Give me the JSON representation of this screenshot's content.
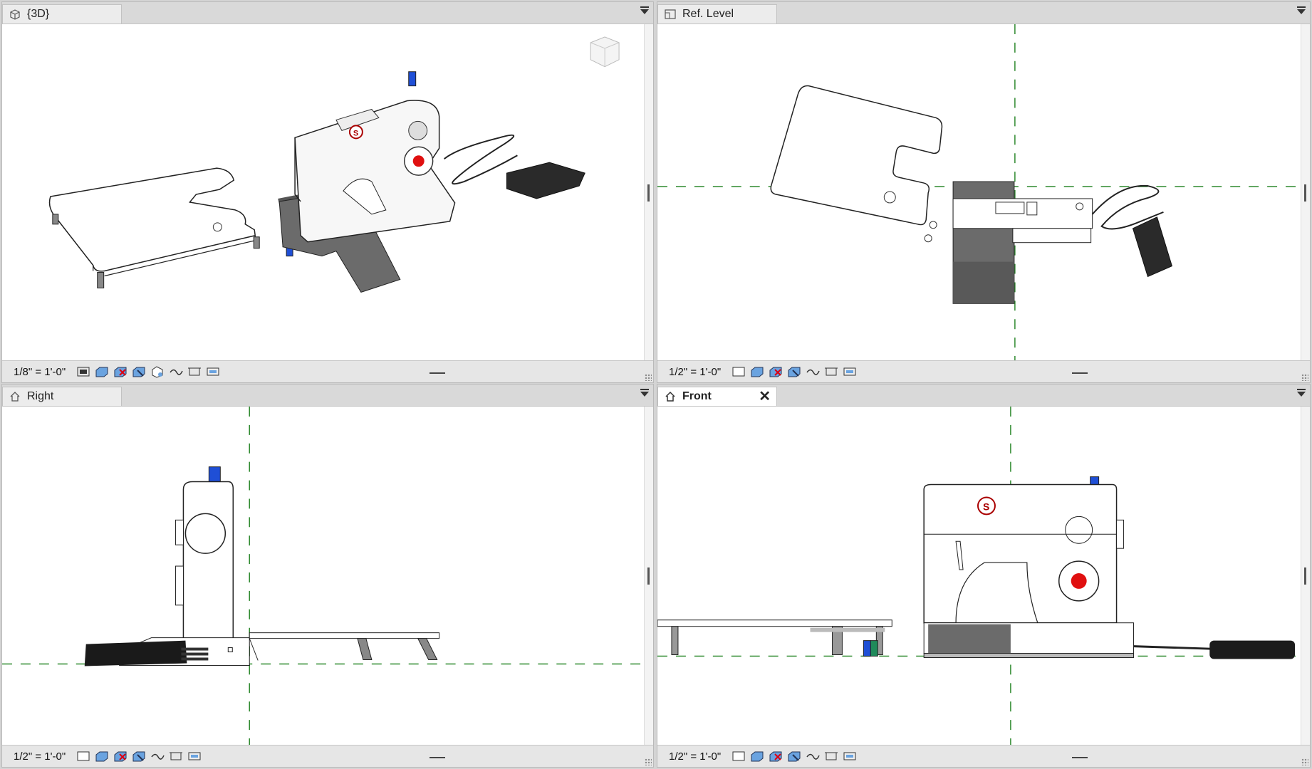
{
  "views": {
    "tl": {
      "title": "{3D}",
      "scale": "1/8\" = 1'-0\""
    },
    "tr": {
      "title": "Ref. Level",
      "scale": "1/2\" = 1'-0\""
    },
    "bl": {
      "title": "Right",
      "scale": "1/2\" = 1'-0\""
    },
    "br": {
      "title": "Front",
      "scale": "1/2\" = 1'-0\""
    }
  },
  "icons": [
    "3d-view-icon",
    "floor-plan-icon",
    "elevation-icon",
    "close-icon",
    "view-dropdown-icon",
    "visual-style-icon",
    "sun-path-icon",
    "shadows-icon",
    "crop-view-icon",
    "show-crop-icon",
    "temporary-hide-icon",
    "reveal-hidden-icon",
    "view-properties-icon"
  ],
  "colors": {
    "grid": "#2f8a2f",
    "spool_blue": "#1f4fd6",
    "dial_red": "#e01010",
    "pedal": "#2a2a2a",
    "fabric": "#666666"
  }
}
